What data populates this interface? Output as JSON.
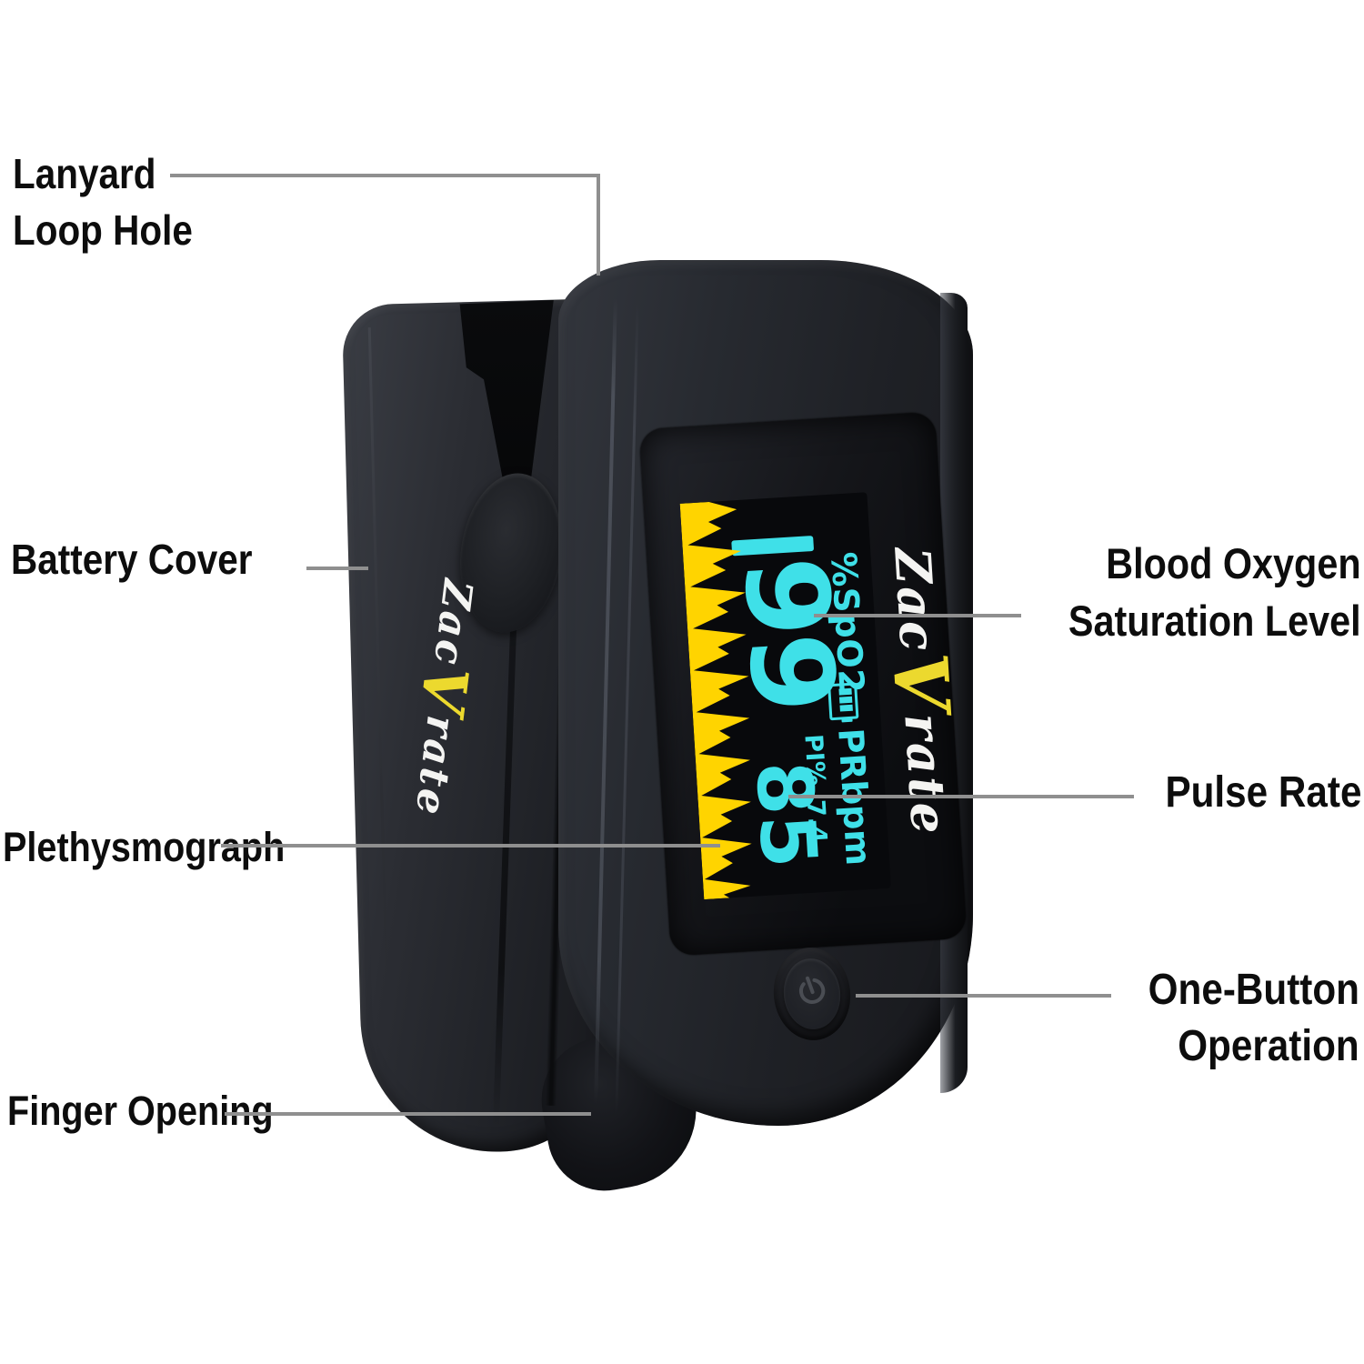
{
  "annotations": {
    "lanyard": {
      "line1": "Lanyard",
      "line2": "Loop Hole"
    },
    "battery_cover": {
      "line1": "Battery Cover"
    },
    "plethysmograph": {
      "line1": "Plethysmograph"
    },
    "finger_opening": {
      "line1": "Finger Opening"
    },
    "blood_oxygen": {
      "line1": "Blood Oxygen",
      "line2": "Saturation Level"
    },
    "pulse_rate": {
      "line1": "Pulse Rate"
    },
    "one_button": {
      "line1": "One-Button",
      "line2": "Operation"
    }
  },
  "device": {
    "brand": {
      "full": "Zacurate",
      "part1": "Zac",
      "part2": "V",
      "part3": "rate",
      "script_white": "#f4f4f2",
      "script_yellow": "#ecd92e"
    },
    "display": {
      "spo2_label": "%SpO2",
      "spo2_value": "99",
      "pr_label": "PRbpm",
      "pr_value": "85",
      "pi_label": "PI%",
      "pi_value": "7.4",
      "battery_icon": "battery-3-bars-icon",
      "pulse_bar_icon": "pulse-strength-bar",
      "waveform_icon": "plethysmograph-waveform",
      "colors": {
        "cyan": "#3fe0e8",
        "yellow": "#ffd400",
        "oled_bg": "#08090c"
      }
    },
    "power_button_icon": "power-icon"
  },
  "style": {
    "leader_color": "#8f8f8f",
    "label_color": "#0d0d0d",
    "background": "#ffffff"
  }
}
